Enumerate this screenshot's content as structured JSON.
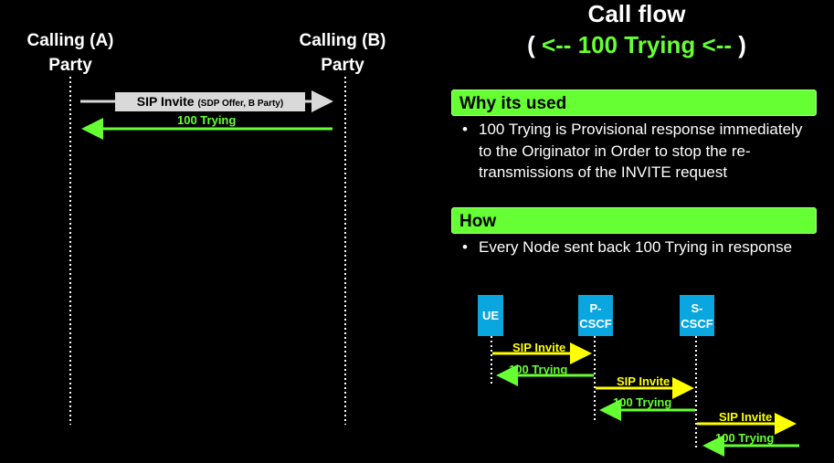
{
  "left": {
    "party_a": {
      "line1": "Calling (A)",
      "line2": "Party"
    },
    "party_b": {
      "line1": "Calling (B)",
      "line2": "Party"
    },
    "invite": {
      "label": "SIP Invite",
      "detail": "(SDP Offer, B Party)"
    },
    "trying": {
      "label": "100 Trying"
    }
  },
  "title": {
    "line1": "Call flow",
    "line2_open": "( ",
    "line2_main": "<-- 100 Trying <--",
    "line2_close": " )"
  },
  "why": {
    "header": "Why its used",
    "bullet": "100 Trying is Provisional response immediately to the Originator in Order to stop the re-transmissions of the INVITE request"
  },
  "how": {
    "header": "How",
    "bullet": "Every Node sent back 100 Trying in response"
  },
  "mini": {
    "nodes": [
      {
        "line1": "UE",
        "line2": ""
      },
      {
        "line1": "P-",
        "line2": "CSCF"
      },
      {
        "line1": "S-",
        "line2": "CSCF"
      }
    ],
    "messages": [
      {
        "label": "SIP Invite"
      },
      {
        "label": "100 Trying"
      },
      {
        "label": "SIP Invite"
      },
      {
        "label": "100 Trying"
      },
      {
        "label": "SIP Invite"
      },
      {
        "label": "100 Trying"
      }
    ]
  },
  "colors": {
    "green": "#66ff33",
    "yellow": "#ffff00",
    "node_blue": "#0aa6e0",
    "background": "#000000"
  }
}
